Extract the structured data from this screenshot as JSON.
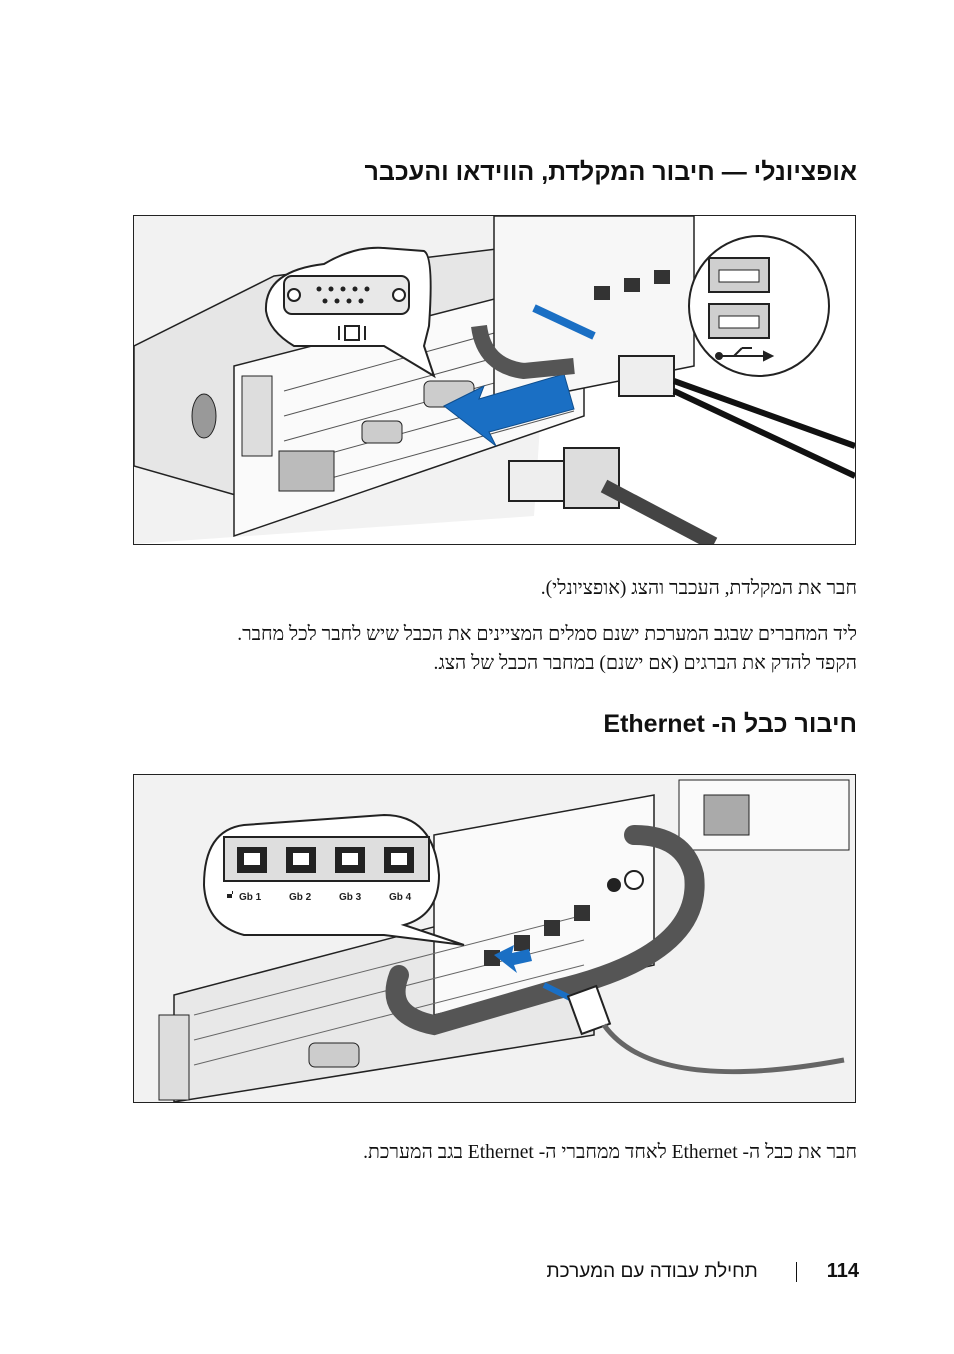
{
  "section1": {
    "title": "אופציונלי — חיבור המקלדת, הווידאו והעכבר",
    "paragraph1": "חבר את המקלדת, העכבר והצג (אופציונלי).",
    "paragraph2_line1": "ליד המחברים שבגב המערכת ישנם סמלים המציינים את הכבל שיש לחבר לכל מחבר.",
    "paragraph2_line2": "הקפד להדק את הברגים (אם ישנם) במחבר הכבל של הצג."
  },
  "section2": {
    "title": "חיבור כבל ה- Ethernet",
    "paragraph": "חבר את כבל ה- Ethernet לאחד ממחברי ה- Ethernet בגב המערכת.",
    "port_labels": [
      "Gb 1",
      "Gb 2",
      "Gb 3",
      "Gb 4"
    ]
  },
  "colors": {
    "arrow": "#1a6fc4",
    "line": "#222222",
    "panel": "#eeeeee"
  },
  "icons": [
    "vga-port-icon",
    "usb-port-icon",
    "usb-symbol-icon",
    "ethernet-port-icon",
    "arrow-icon",
    "network-symbol-icon"
  ],
  "footer": {
    "page_number": "114",
    "running_title": "תחילת עבודה עם המערכת"
  }
}
